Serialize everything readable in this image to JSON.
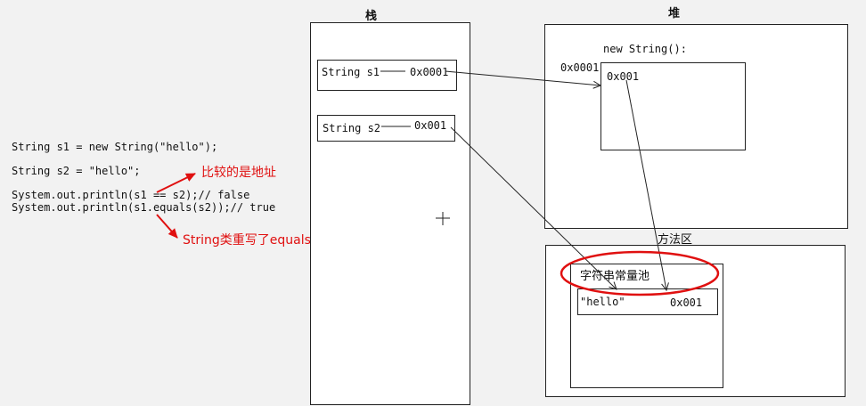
{
  "code": {
    "line1": "String s1 = new String(\"hello\");",
    "line2": "String s2 = \"hello\";",
    "line3": "System.out.println(s1 == s2);// false",
    "line4": "System.out.println(s1.equals(s2));// true"
  },
  "annotations": {
    "compare_address": "比较的是地址",
    "equals_override": "String类重写了equals，比较的是地址所指的值"
  },
  "stack": {
    "title": "栈",
    "s1_label": "String s1",
    "s1_value": "0x0001",
    "s2_label": "String s2",
    "s2_value": "0x001"
  },
  "heap": {
    "title": "堆",
    "new_string_label": "new String():",
    "object_addr": "0x0001",
    "object_value": "0x001"
  },
  "method_area": {
    "title": "方法区",
    "pool_title": "字符串常量池",
    "entry_literal": "\"hello\"",
    "entry_addr": "0x001"
  },
  "colors": {
    "annotation": "#e01010",
    "highlight_ellipse": "#e01010"
  }
}
